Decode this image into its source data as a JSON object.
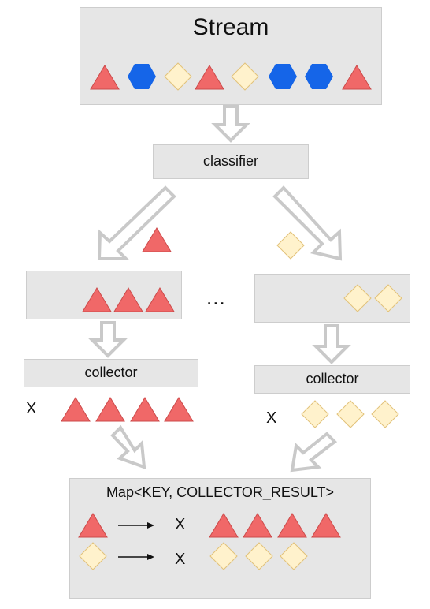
{
  "stream": {
    "title": "Stream"
  },
  "classifier": {
    "label": "classifier"
  },
  "ellipsis": "...",
  "collector_left": {
    "label": "collector"
  },
  "collector_right": {
    "label": "collector"
  },
  "times": {
    "x_left": "X",
    "x_right": "X",
    "x_map_1": "X",
    "x_map_2": "X"
  },
  "map": {
    "title": "Map<KEY, COLLECTOR_RESULT>"
  },
  "colors": {
    "triangle_fill": "#f06868",
    "triangle_stroke": "#cc4a4a",
    "hexagon_fill": "#1565e8",
    "diamond_fill": "#fff2cc",
    "diamond_stroke": "#e2c27a",
    "box_fill": "#e6e6e6",
    "arrow_fill": "#ffffff",
    "arrow_stroke": "#c9c9c9"
  },
  "shape_legend": [
    "triangle",
    "hexagon",
    "diamond"
  ]
}
